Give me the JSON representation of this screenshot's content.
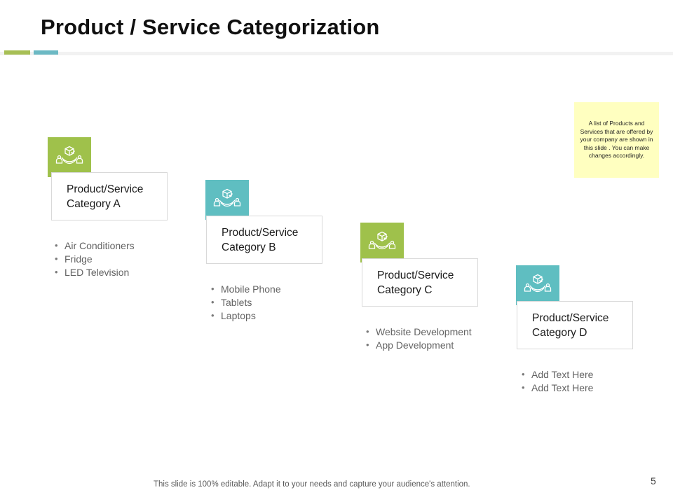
{
  "slide": {
    "title": "Product / Service Categorization",
    "page_number": "5",
    "footer": "This slide is 100% editable. Adapt it to your needs and capture your audience's attention.",
    "accent_colors": {
      "green": "#a7bf55",
      "teal": "#6cb9c4"
    }
  },
  "note": {
    "text": "A list of Products and Services that are offered by your company are shown in this slide . You can make changes accordingly.",
    "background_color": "#ffffc0"
  },
  "categories": [
    {
      "id": "a",
      "title": "Product/Service Category A",
      "icon": "package-in-hand-icon",
      "tile_color": "#9fc14b",
      "items": [
        "Air Conditioners",
        "Fridge",
        "LED Television"
      ]
    },
    {
      "id": "b",
      "title": "Product/Service Category B",
      "icon": "package-in-hand-icon",
      "tile_color": "#5fbec1",
      "items": [
        "Mobile Phone",
        "Tablets",
        "Laptops"
      ]
    },
    {
      "id": "c",
      "title": "Product/Service Category C",
      "icon": "package-in-hand-icon",
      "tile_color": "#9fc14b",
      "items": [
        "Website Development",
        "App Development"
      ]
    },
    {
      "id": "d",
      "title": "Product/Service Category D",
      "icon": "package-in-hand-icon",
      "tile_color": "#5fbec1",
      "items": [
        "Add Text Here",
        "Add Text Here"
      ]
    }
  ]
}
